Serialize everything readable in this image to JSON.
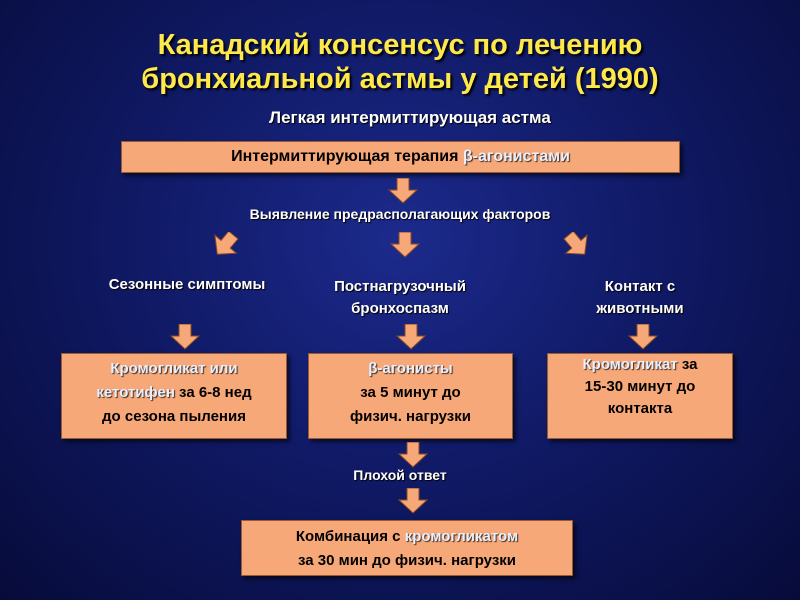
{
  "title": {
    "line1": "Канадский консенсус  по лечению",
    "line2": "бронхиальной астмы у детей (1990)"
  },
  "subtitle": "Легкая интермиттирующая астма",
  "therapy_box": {
    "prefix": "Интермиттирующая терапия ",
    "highlight": "β-агонистами"
  },
  "factors_label": "Выявление предрасполагающих факторов",
  "categories": {
    "seasonal": "Сезонные симптомы",
    "post_exercise_line1": "Постнагрузочный",
    "post_exercise_line2": "бронхоспазм",
    "animals_line1": "Контакт с",
    "animals_line2": "животными"
  },
  "box_seasonal": {
    "line1_hl": "Кромогликат или",
    "line2_hl": "кетотифен",
    "line2_rest": " за 6-8 нед",
    "line3": "до сезона пыления"
  },
  "box_exercise": {
    "line1_hl": "β-агонисты",
    "line2": "за 5 минут до",
    "line3": "физич. нагрузки"
  },
  "box_animals": {
    "line1_hl": "Кромогликат",
    "line1_rest": " за",
    "line2": "15-30 минут до",
    "line3": "контакта"
  },
  "poor_response": "Плохой ответ",
  "box_combination": {
    "line1_prefix": "Комбинация с ",
    "line1_hl": "кромогликатом",
    "line2": "за 30 мин до физич. нагрузки"
  },
  "colors": {
    "title": "#ffe94a",
    "box_fill": "#f7a878",
    "arrow_fill": "#f7a878",
    "highlight_text": "#e8f0ff",
    "background": "#101a66"
  }
}
